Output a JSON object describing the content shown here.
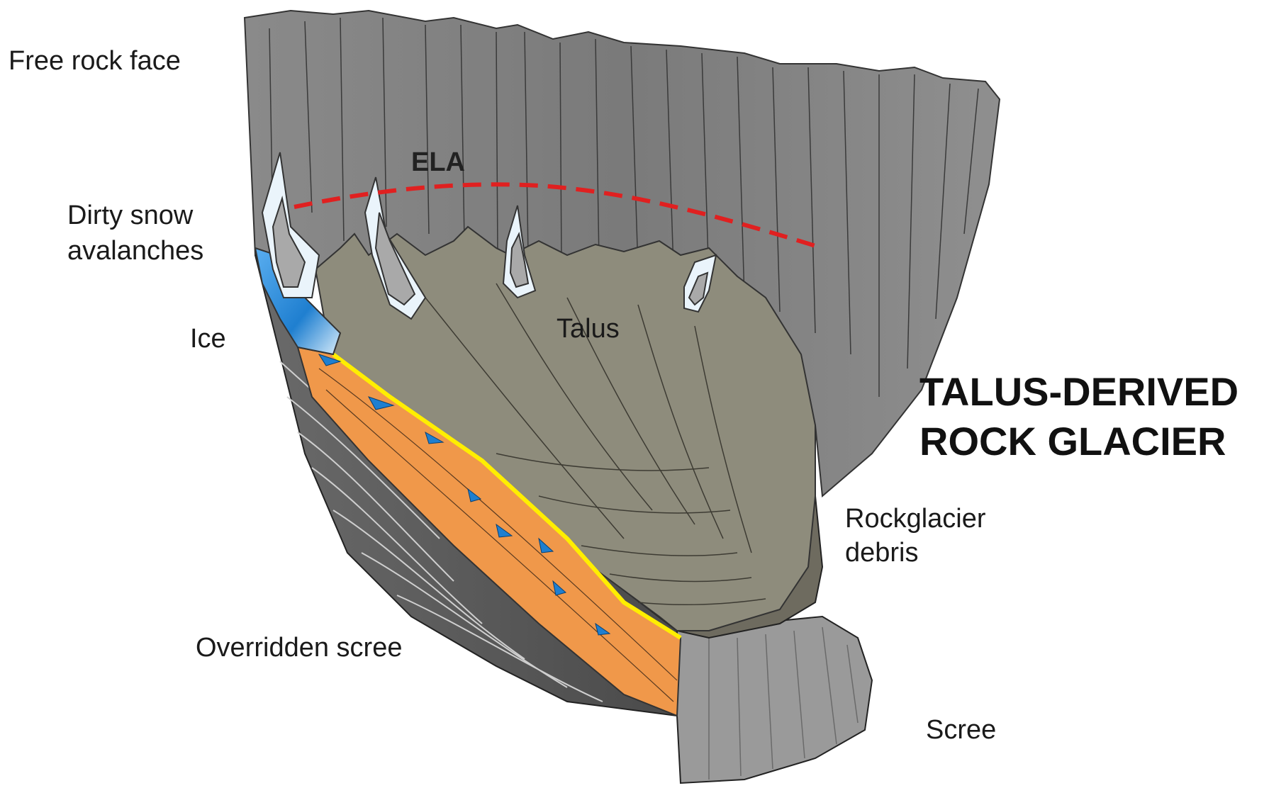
{
  "title": {
    "line1": "TALUS-DERIVED",
    "line2": "ROCK GLACIER"
  },
  "labels": {
    "free_rock_face": "Free rock face",
    "ela": "ELA",
    "dirty_snow_line1": "Dirty snow",
    "dirty_snow_line2": "avalanches",
    "ice": "Ice",
    "talus": "Talus",
    "rockglacier_debris_line1": "Rockglacier",
    "rockglacier_debris_line2": "debris",
    "overridden_scree": "Overridden scree",
    "scree": "Scree"
  },
  "colors": {
    "rock_face": "#7f7f7f",
    "talus": "#8e8c7c",
    "ice": "#2f8fd6",
    "core": "#f0984a",
    "ela_line": "#e02020",
    "shear_line": "#ffee00",
    "scree_base": "#5e5e5e"
  }
}
